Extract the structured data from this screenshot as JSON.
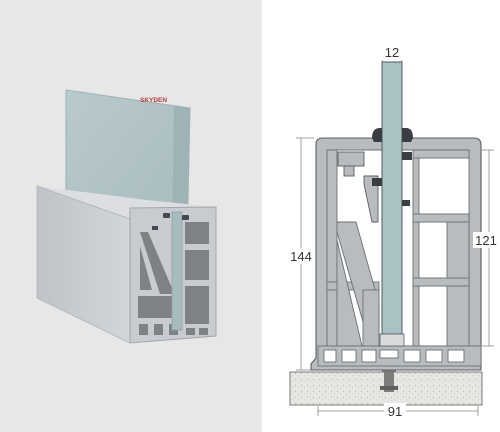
{
  "product_photo": {
    "brand_logo": "SKYDEN",
    "background_color": "#e7e7e7",
    "glass_color": "#b4c6c8",
    "aluminium_color": "#c9ccd0"
  },
  "technical_drawing": {
    "dimensions": {
      "glass_thickness": "12",
      "total_height": "144",
      "inner_height": "121",
      "base_width": "91"
    },
    "profile_color": "#b8bcbf",
    "glass_color": "#a9c3c4",
    "base_color": "#e3e3e0"
  }
}
